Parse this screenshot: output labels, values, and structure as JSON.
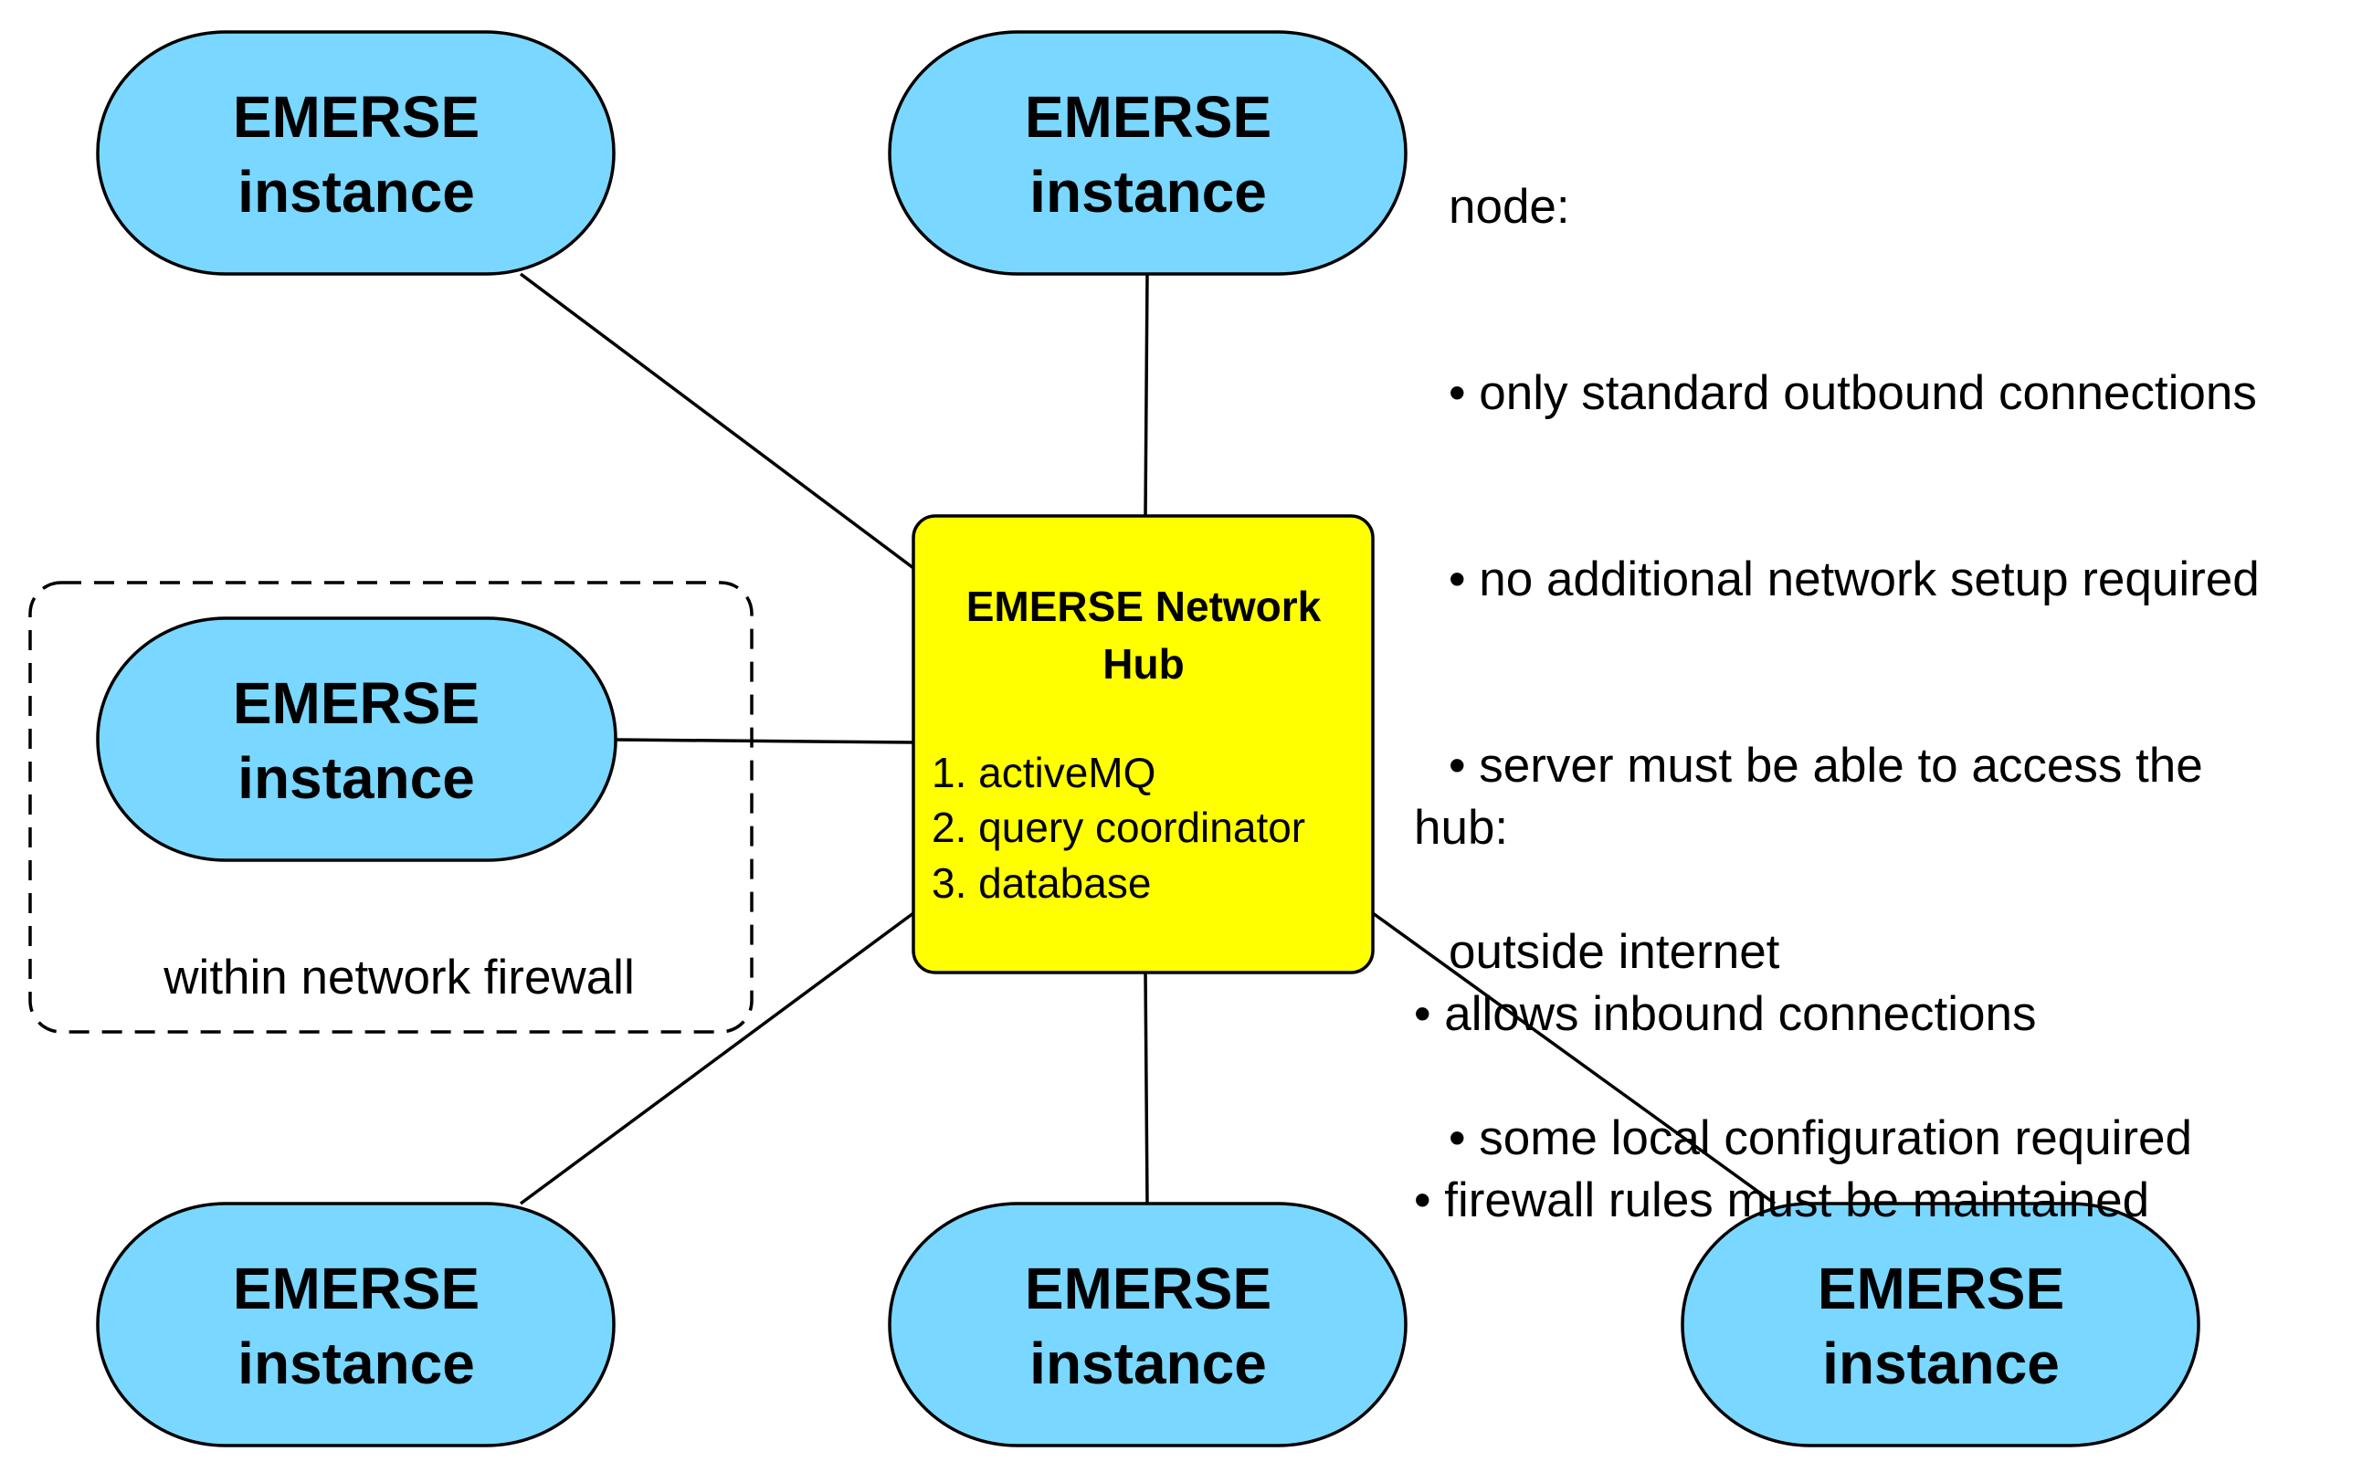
{
  "instance_label_line1": "EMERSE",
  "instance_label_line2": "instance",
  "instances": [
    {
      "id": "top-left"
    },
    {
      "id": "top-center"
    },
    {
      "id": "middle-left"
    },
    {
      "id": "bottom-left"
    },
    {
      "id": "bottom-center"
    },
    {
      "id": "bottom-right"
    }
  ],
  "hub": {
    "title_line1": "EMERSE Network",
    "title_line2": "Hub",
    "items": [
      "1. activeMQ",
      "2. query coordinator",
      "3. database"
    ]
  },
  "firewall_label": "within network firewall",
  "node_note": {
    "title": "node:",
    "lines": [
      "• only standard outbound connections",
      "• no additional network setup required",
      "• server must be able to access the",
      "outside internet",
      "• some local configuration required"
    ]
  },
  "hub_note": {
    "title": "hub:",
    "lines": [
      "• allows inbound connections",
      "• firewall rules must be maintained"
    ]
  },
  "colors": {
    "instance_fill": "#7AD7FF",
    "hub_fill": "#FFFF00",
    "stroke": "#000000"
  }
}
